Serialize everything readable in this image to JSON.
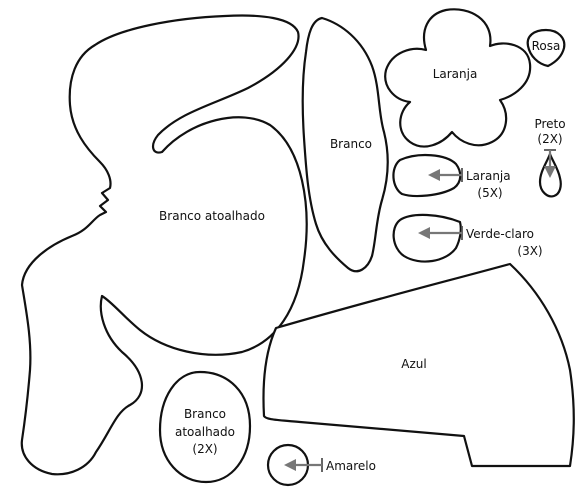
{
  "labels": {
    "branco_atoalhado_big": "Branco atoalhado",
    "branco": "Branco",
    "laranja_flower": "Laranja",
    "rosa": "Rosa",
    "preto": "Preto",
    "preto_qty": "(2X)",
    "laranja_petal": "Laranja",
    "laranja_petal_qty": "(5X)",
    "verde_claro": "Verde-claro",
    "verde_claro_qty": "(3X)",
    "azul": "Azul",
    "branco_atoalhado_small_1": "Branco",
    "branco_atoalhado_small_2": "atoalhado",
    "branco_atoalhado_small_qty": "(2X)",
    "amarelo": "Amarelo"
  },
  "colors": {
    "outline": "#111111",
    "arrow": "#777777"
  }
}
